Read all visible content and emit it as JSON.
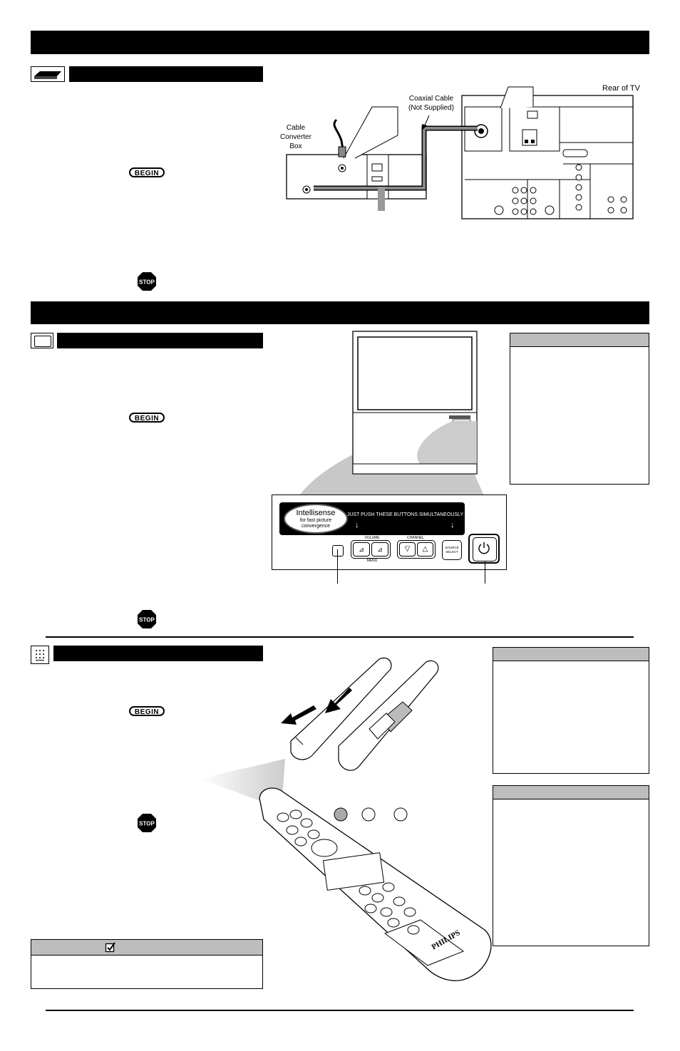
{
  "top_section": {
    "begin_label": "BEGIN",
    "stop_label": "STOP",
    "diagram": {
      "rear_label": "Rear of TV",
      "cable_label_1": "Coaxial Cable",
      "cable_label_2": "(Not Supplied)",
      "box_label_1": "Cable",
      "box_label_2": "Converter",
      "box_label_3": "Box"
    }
  },
  "middle_section": {
    "begin_label": "BEGIN",
    "stop_label": "STOP",
    "panel": {
      "logo_title": "Intellisense",
      "logo_sub_1": "for fast picture",
      "logo_sub_2": "convergence",
      "instruction": "JUST PUSH THESE BUTTONS SIMULTANEOUSLY",
      "volume_label": "VOLUME",
      "menu_label": "MENU",
      "channel_label": "CHANNEL",
      "source_label_1": "SOURCE",
      "source_label_2": "SELECT"
    }
  },
  "bottom_section": {
    "begin_label": "BEGIN",
    "stop_label": "STOP",
    "remote_brand": "PHILIPS"
  },
  "colors": {
    "bar": "#000000",
    "tip_header": "#bdbdbd",
    "gray_fill": "#c8c8c8"
  }
}
